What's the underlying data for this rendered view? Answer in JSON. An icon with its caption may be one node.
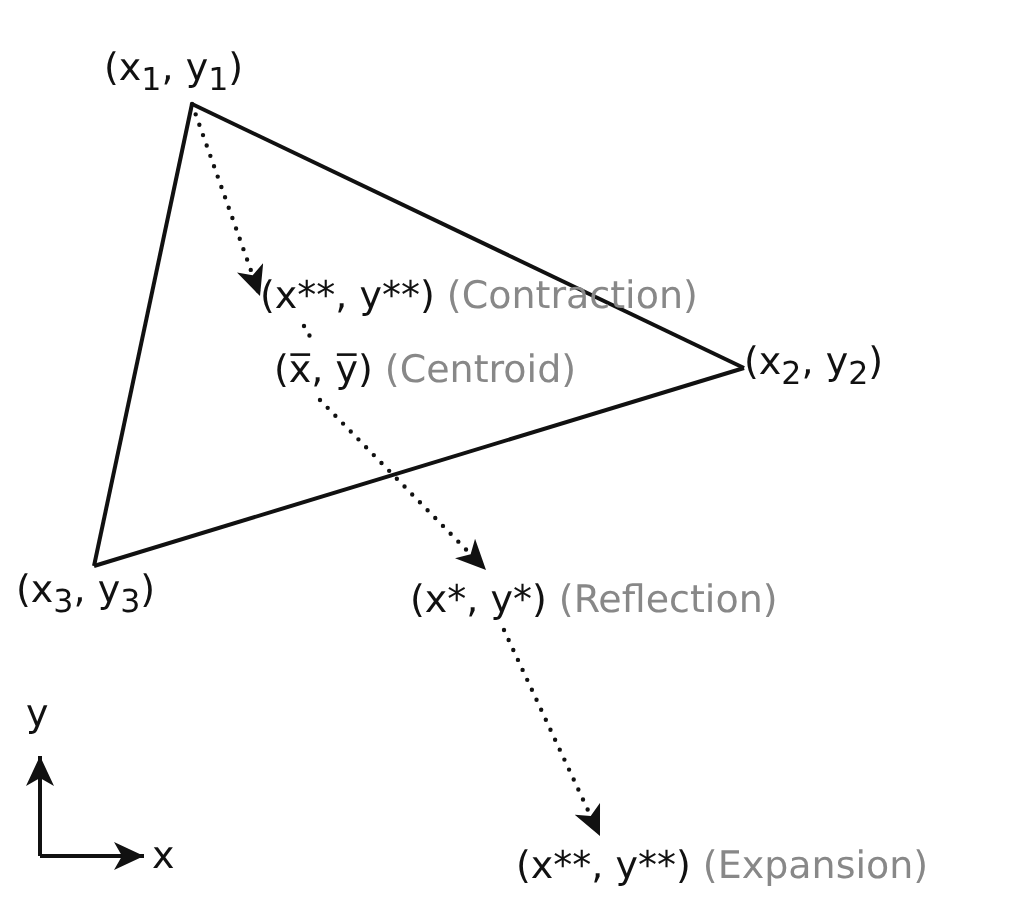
{
  "diagram": {
    "nodes": [
      {
        "text": [
          "(x$_{1}$, y$_{1}$)"
        ]
      },
      {
        "text": [
          "(x**, y**)"
        ],
        "beside": [
          "(Contraction)"
        ]
      },
      {
        "text": [
          "(x̅, y̅)"
        ],
        "beside": [
          "(Centroid)"
        ]
      },
      {
        "text": [
          "(x$_{2}$, y$_{2}$)"
        ]
      },
      {
        "text": [
          "(x$_{3}$, y$_{3}$)"
        ]
      },
      {
        "text": [
          "(x*, y*)"
        ],
        "beside": [
          "(Reflection)"
        ]
      },
      {
        "text": [
          "(x**, y**)"
        ],
        "beside": [
          "(Expansion)"
        ]
      }
    ],
    "edges": [
      {
        "from": 0,
        "to": 3,
        "arrow": "none"
      },
      {
        "from": 3,
        "to": 4,
        "arrow": "none"
      },
      {
        "from": 4,
        "to": 0,
        "arrow": "none"
      },
      {
        "from": 0,
        "to": 1,
        "arrow": "to",
        "style": "dashed"
      },
      {
        "from": 1,
        "to": 2,
        "arrow": "none",
        "style": "dashed"
      },
      {
        "from": 2,
        "to": 5,
        "arrow": "to",
        "style": "dashed"
      },
      {
        "from": 5,
        "to": 6,
        "arrow": "to",
        "style": "dashed"
      }
    ],
    "labels": [
      "y",
      "x"
    ]
  }
}
